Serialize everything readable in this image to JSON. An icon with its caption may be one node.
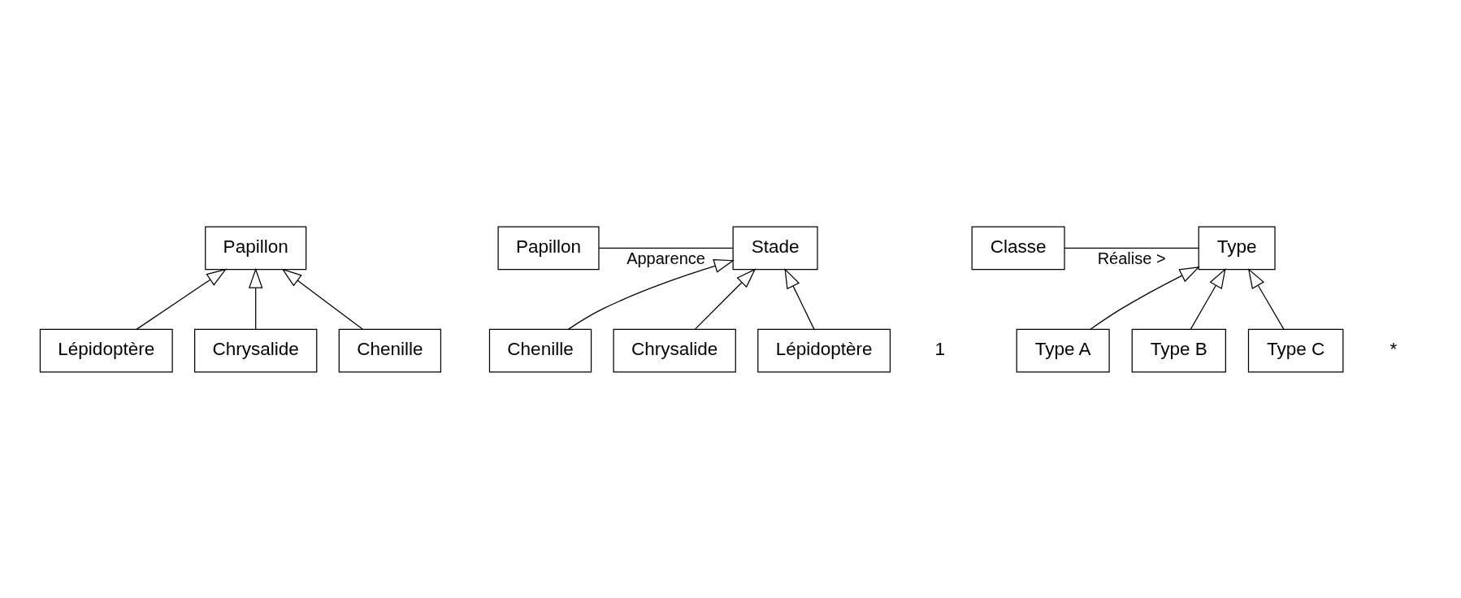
{
  "diagram": {
    "nodes": [
      {
        "text": [
          "Papillon"
        ]
      },
      {
        "text": [
          "Chenille"
        ]
      },
      {
        "text": [
          "Chrysalide"
        ]
      },
      {
        "text": [
          "Lépidoptère"
        ]
      },
      {
        "text": [
          "Papillon"
        ]
      },
      {
        "text": [
          "Stade"
        ]
      },
      {
        "text": [
          "Chenille"
        ]
      },
      {
        "text": [
          "Chrysalide"
        ]
      },
      {
        "text": [
          "Lépidoptère"
        ]
      },
      {
        "text": [
          "Classe"
        ]
      },
      {
        "text": [
          "Type"
        ]
      },
      {
        "text": [
          "Type A"
        ]
      },
      {
        "text": [
          "Type B"
        ]
      },
      {
        "text": [
          "Type C"
        ]
      }
    ],
    "edges": [
      {
        "from": 1,
        "to": 0,
        "arrow": "to"
      },
      {
        "from": 2,
        "to": 0,
        "arrow": "to"
      },
      {
        "from": 3,
        "to": 0,
        "arrow": "to"
      },
      {
        "from": 4,
        "to": 5,
        "arrow": "none",
        "label": "Apparence"
      },
      {
        "from": 6,
        "to": 5,
        "arrow": "to"
      },
      {
        "from": 7,
        "to": 5,
        "arrow": "to"
      },
      {
        "from": 8,
        "to": 5,
        "arrow": "to"
      },
      {
        "from": 9,
        "to": 10,
        "arrow": "none",
        "label": "Réalise >"
      },
      {
        "from": 11,
        "to": 10,
        "arrow": "to"
      },
      {
        "from": 12,
        "to": 10,
        "arrow": "to"
      },
      {
        "from": 13,
        "to": 10,
        "arrow": "to"
      }
    ],
    "labels": [
      "1",
      "*"
    ]
  }
}
